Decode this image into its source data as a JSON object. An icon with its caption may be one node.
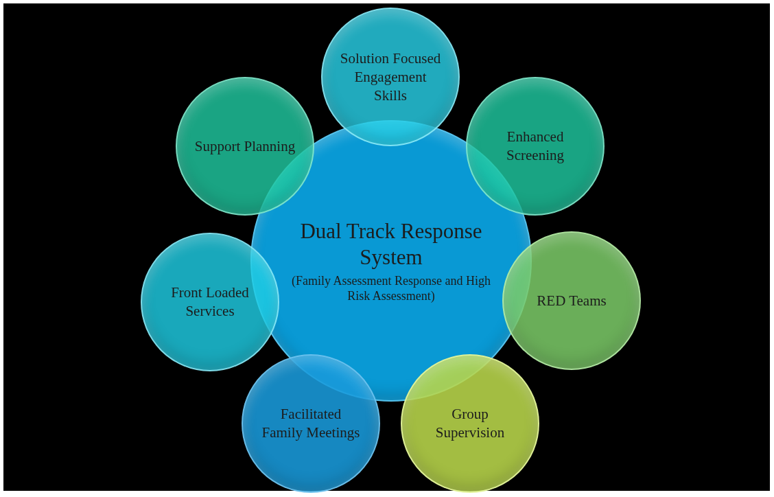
{
  "diagram": {
    "nodes": [
      {
        "text": [
          "Dual Track Response System",
          "(Family Assessment Response and High Risk Assessment)"
        ]
      },
      {
        "text": [
          "Solution Focused Engagement Skills"
        ]
      },
      {
        "text": [
          "Enhanced Screening"
        ]
      },
      {
        "text": [
          "RED Teams"
        ]
      },
      {
        "text": [
          "Group Supervision"
        ]
      },
      {
        "text": [
          "Facilitated Family Meetings"
        ]
      },
      {
        "text": [
          "Front Loaded Services"
        ]
      },
      {
        "text": [
          "Support Planning"
        ]
      }
    ]
  }
}
